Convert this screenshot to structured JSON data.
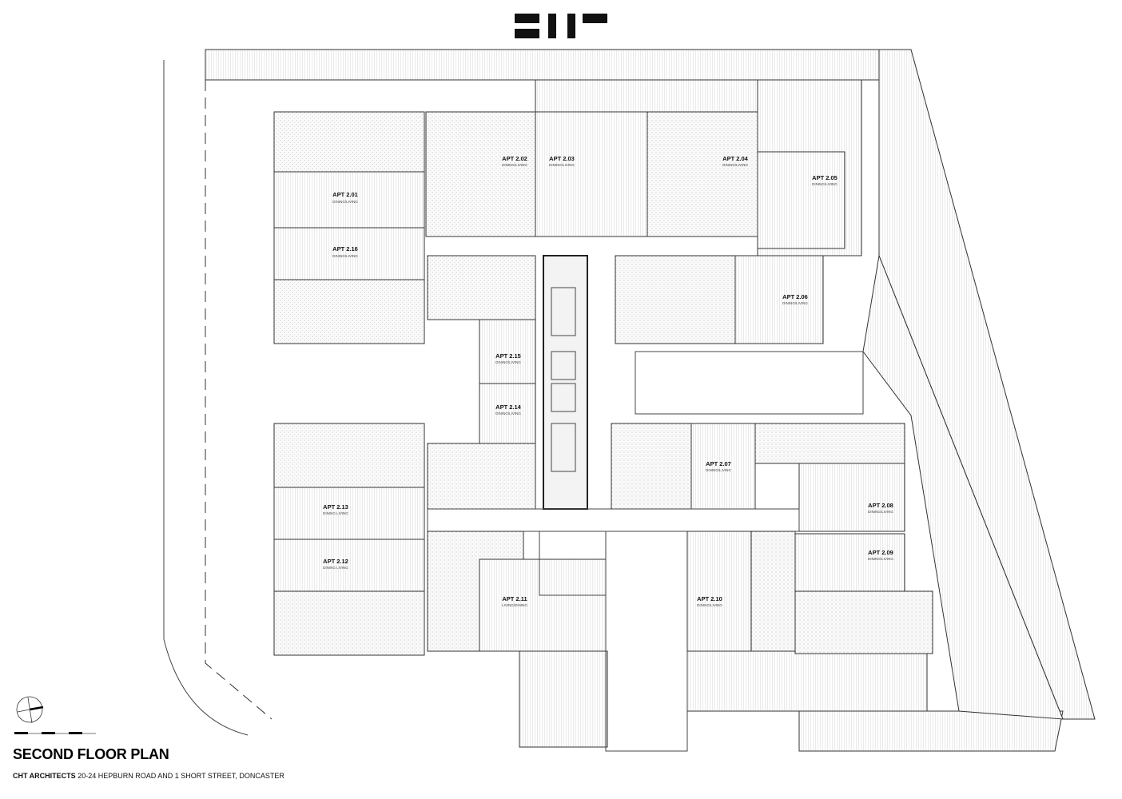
{
  "logo": {
    "text": "CHT",
    "color": "#111111"
  },
  "drawing": {
    "title": "SECOND FLOOR PLAN",
    "firm": "CHT ARCHITECTS",
    "address": "20-24 HEPBURN ROAD AND 1 SHORT STREET, DONCASTER"
  },
  "apartments": [
    {
      "name": "APT 2.01",
      "room": "DINING/LIVING"
    },
    {
      "name": "APT 2.02",
      "room": "DINING/LIVING"
    },
    {
      "name": "APT 2.03",
      "room": "DINING/LIVING"
    },
    {
      "name": "APT 2.04",
      "room": "DINING/LIVING"
    },
    {
      "name": "APT 2.05",
      "room": "DINING/LIVING"
    },
    {
      "name": "APT 2.06",
      "room": "DINING/LIVING"
    },
    {
      "name": "APT 2.07",
      "room": "DINING/LIVING"
    },
    {
      "name": "APT 2.08",
      "room": "DINING/LIVING"
    },
    {
      "name": "APT 2.09",
      "room": "DINING/LIVING"
    },
    {
      "name": "APT 2.10",
      "room": "DINING/LIVING"
    },
    {
      "name": "APT 2.11",
      "room": "LIVING/DINING"
    },
    {
      "name": "APT 2.12",
      "room": "DINING LIVING"
    },
    {
      "name": "APT 2.13",
      "room": "DINING LIVING"
    },
    {
      "name": "APT 2.14",
      "room": "DINING/LIVING"
    },
    {
      "name": "APT 2.15",
      "room": "DINING/LIVING"
    },
    {
      "name": "APT 2.16",
      "room": "DINING/LIVING"
    }
  ]
}
